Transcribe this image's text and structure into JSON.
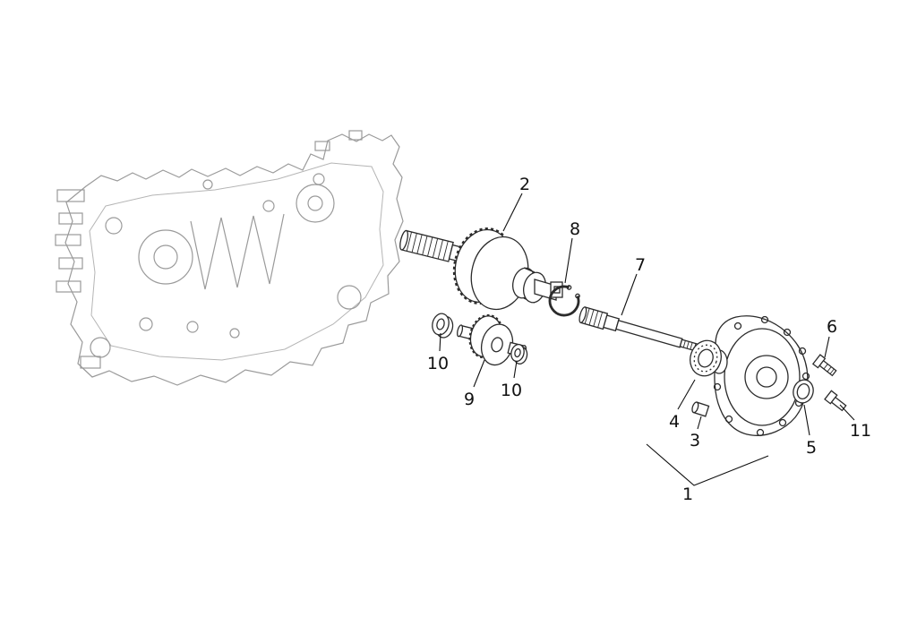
{
  "diagram": {
    "background_color": "#ffffff",
    "part_line_color": "#2b2b2b",
    "case_line_color": "#9a9a9a",
    "callout_text_color": "#111111",
    "callouts": {
      "c1": "1",
      "c2": "2",
      "c3": "3",
      "c4": "4",
      "c5": "5",
      "c6": "6",
      "c7": "7",
      "c8": "8",
      "c9": "9",
      "c10a": "10",
      "c10b": "10",
      "c11": "11"
    }
  }
}
